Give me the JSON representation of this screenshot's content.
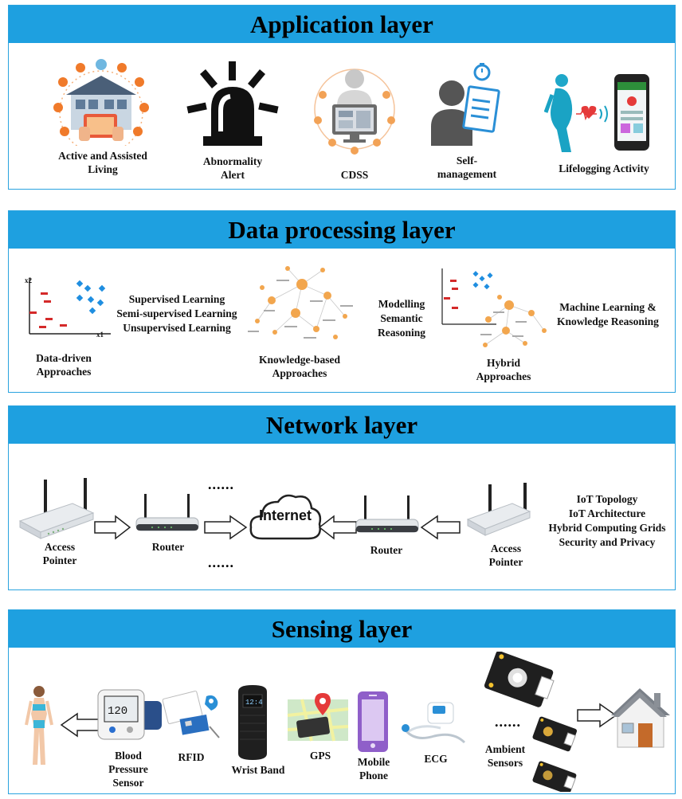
{
  "application": {
    "title": "Application layer",
    "items": [
      {
        "label": "Active and Assisted\nLiving",
        "icon": "smart-home-icon"
      },
      {
        "label": "Abnormality\nAlert",
        "icon": "alarm-siren-icon"
      },
      {
        "label": "CDSS",
        "icon": "doctor-computer-icon"
      },
      {
        "label": "Self-\nmanagement",
        "icon": "person-clipboard-icon"
      },
      {
        "label": "Lifelogging Activity",
        "icon": "runner-phone-icon"
      }
    ]
  },
  "processing": {
    "title": "Data processing layer",
    "data_driven": "Data-driven\nApproaches",
    "learning": [
      "Supervised Learning",
      "Semi-supervised Learning",
      "Unsupervised Learning"
    ],
    "knowledge_based": "Knowledge-based\nApproaches",
    "modelling": [
      "Modelling",
      "Semantic",
      "Reasoning"
    ],
    "hybrid": "Hybrid\nApproaches",
    "ml_kr": [
      "Machine Learning &",
      "Knowledge Reasoning"
    ],
    "axis_x": "x1",
    "axis_y": "x2"
  },
  "network": {
    "title": "Network layer",
    "access_pointer_left": "Access\nPointer",
    "router_left": "Router",
    "dots": "......",
    "internet": "Internet",
    "router_right": "Router",
    "access_pointer_right": "Access\nPointer",
    "topics": [
      "IoT Topology",
      "IoT Architecture",
      "Hybrid Computing Grids",
      "Security and Privacy"
    ]
  },
  "sensing": {
    "title": "Sensing layer",
    "items": [
      {
        "label": "Blood\nPressure\nSensor"
      },
      {
        "label": "RFID"
      },
      {
        "label": "Wrist Band"
      },
      {
        "label": "GPS"
      },
      {
        "label": "Mobile\nPhone"
      },
      {
        "label": "ECG"
      },
      {
        "label": "Ambient\nSensors"
      }
    ],
    "dots": "......"
  }
}
